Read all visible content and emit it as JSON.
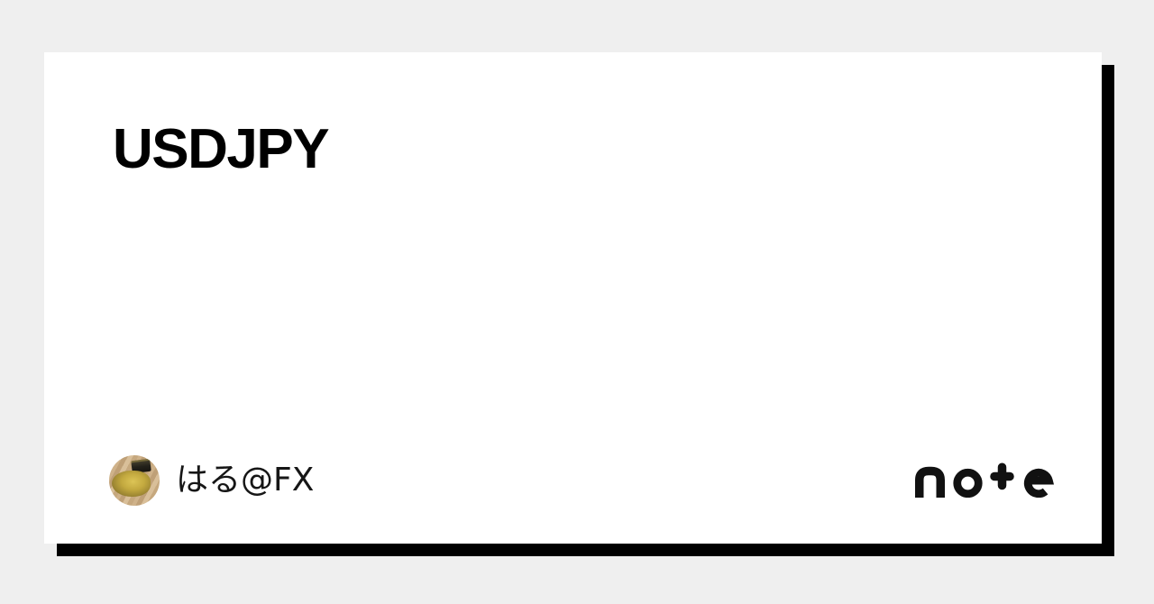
{
  "page": {
    "background_color": "#efefef",
    "card_background": "#ffffff",
    "shadow_color": "#000000"
  },
  "card": {
    "title": "USDJPY",
    "author": {
      "name": "はる@FX",
      "avatar_description": "photo-avatar-treasure-chest-spilling-gold-coins-on-wood"
    },
    "brand": {
      "name": "note",
      "logo_color": "#111111"
    }
  }
}
